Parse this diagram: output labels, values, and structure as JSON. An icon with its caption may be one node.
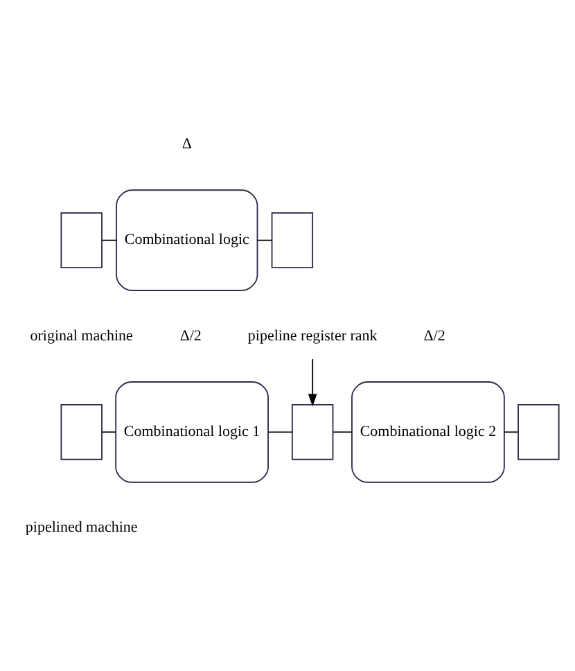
{
  "diagram": {
    "nodes": [
      {
        "text": [],
        "shape": "box"
      },
      {
        "text": [
          "Combinational logic"
        ]
      },
      {
        "text": [],
        "shape": "box"
      },
      {
        "text": [
          "pipeline register rank"
        ]
      },
      {
        "text": [],
        "shape": "box"
      },
      {
        "text": [
          "Combinational logic 1"
        ]
      },
      {
        "text": [],
        "shape": "box"
      },
      {
        "text": [
          "Combinational logic 2"
        ]
      },
      {
        "text": [],
        "shape": "box"
      }
    ],
    "edges": [
      {
        "from": 0,
        "to": 1,
        "arrow": "none"
      },
      {
        "from": 1,
        "to": 2,
        "arrow": "none"
      },
      {
        "from": 3,
        "to": 6,
        "arrow": "to"
      },
      {
        "from": 4,
        "to": 5,
        "arrow": "none"
      },
      {
        "from": 5,
        "to": 6,
        "arrow": "none"
      },
      {
        "from": 6,
        "to": 7,
        "arrow": "none"
      },
      {
        "from": 7,
        "to": 8,
        "arrow": "none"
      }
    ],
    "labels": [
      "Δ",
      "original machine",
      "Δ/2",
      "Δ/2",
      "pipelined machine"
    ]
  }
}
